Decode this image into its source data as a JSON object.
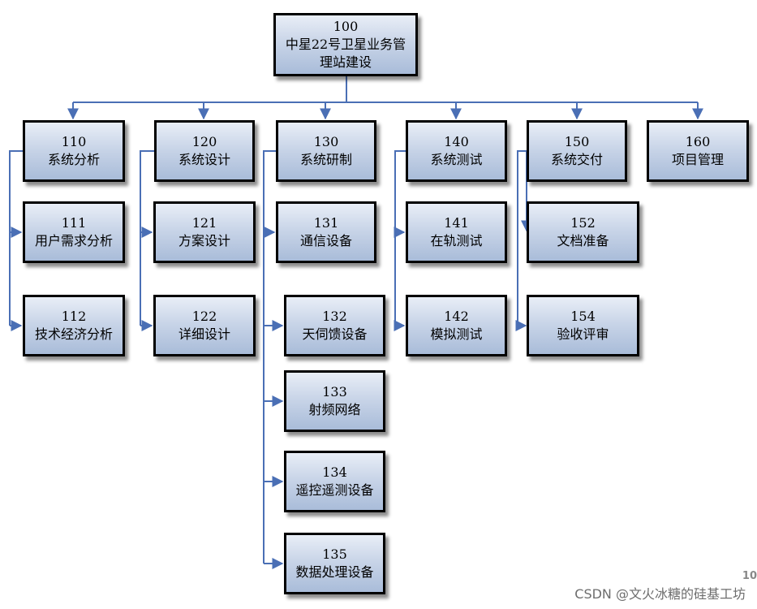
{
  "nodes": {
    "n100": {
      "code": "100",
      "title": "中星22号卫星业务管理站建设"
    },
    "n110": {
      "code": "110",
      "title": "系统分析"
    },
    "n111": {
      "code": "111",
      "title": "用户需求分析"
    },
    "n112": {
      "code": "112",
      "title": "技术经济分析"
    },
    "n120": {
      "code": "120",
      "title": "系统设计"
    },
    "n121": {
      "code": "121",
      "title": "方案设计"
    },
    "n122": {
      "code": "122",
      "title": "详细设计"
    },
    "n130": {
      "code": "130",
      "title": "系统研制"
    },
    "n131": {
      "code": "131",
      "title": "通信设备"
    },
    "n132": {
      "code": "132",
      "title": "天伺馈设备"
    },
    "n133": {
      "code": "133",
      "title": "射频网络"
    },
    "n134": {
      "code": "134",
      "title": "遥控遥测设备"
    },
    "n135": {
      "code": "135",
      "title": "数据处理设备"
    },
    "n140": {
      "code": "140",
      "title": "系统测试"
    },
    "n141": {
      "code": "141",
      "title": "在轨测试"
    },
    "n142": {
      "code": "142",
      "title": "模拟测试"
    },
    "n150": {
      "code": "150",
      "title": "系统交付"
    },
    "n152": {
      "code": "152",
      "title": "文档准备"
    },
    "n154": {
      "code": "154",
      "title": "验收评审"
    },
    "n160": {
      "code": "160",
      "title": "项目管理"
    }
  },
  "watermark": "CSDN @文火冰糖的硅基工坊",
  "page_number": "10",
  "colors": {
    "connector": "#4a6fb5",
    "box_border": "#000000",
    "box_fill_top": "#e9eef7",
    "box_fill_bottom": "#a9bcd9"
  }
}
